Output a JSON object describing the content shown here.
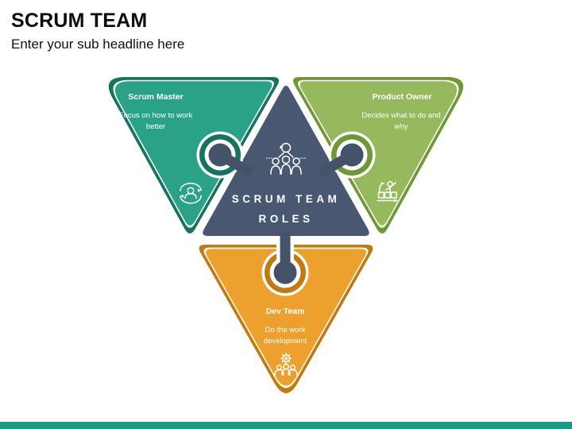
{
  "slide": {
    "title": "SCRUM TEAM",
    "subtitle": "Enter your sub headline here"
  },
  "diagram": {
    "center": {
      "line1": "SCRUM TEAM",
      "line2": "ROLES",
      "icon": "scrum-cycle-team-icon",
      "color": "#495870"
    },
    "pieces": [
      {
        "id": "scrum-master",
        "label": "Scrum Master",
        "description": "Focus on how to work better",
        "color": "#2aa287",
        "border_color": "#15735e",
        "icon": "coach-cycle-icon"
      },
      {
        "id": "product-owner",
        "label": "Product Owner",
        "description": "Decides what to do and why",
        "color": "#97b95d",
        "border_color": "#6f9733",
        "icon": "prioritization-icon"
      },
      {
        "id": "dev-team",
        "label": "Dev Team",
        "description": "Do the work development",
        "color": "#eda02d",
        "border_color": "#c2790e",
        "icon": "team-gear-icon"
      }
    ]
  },
  "footer": {
    "bar_color": "#1a9b86"
  }
}
